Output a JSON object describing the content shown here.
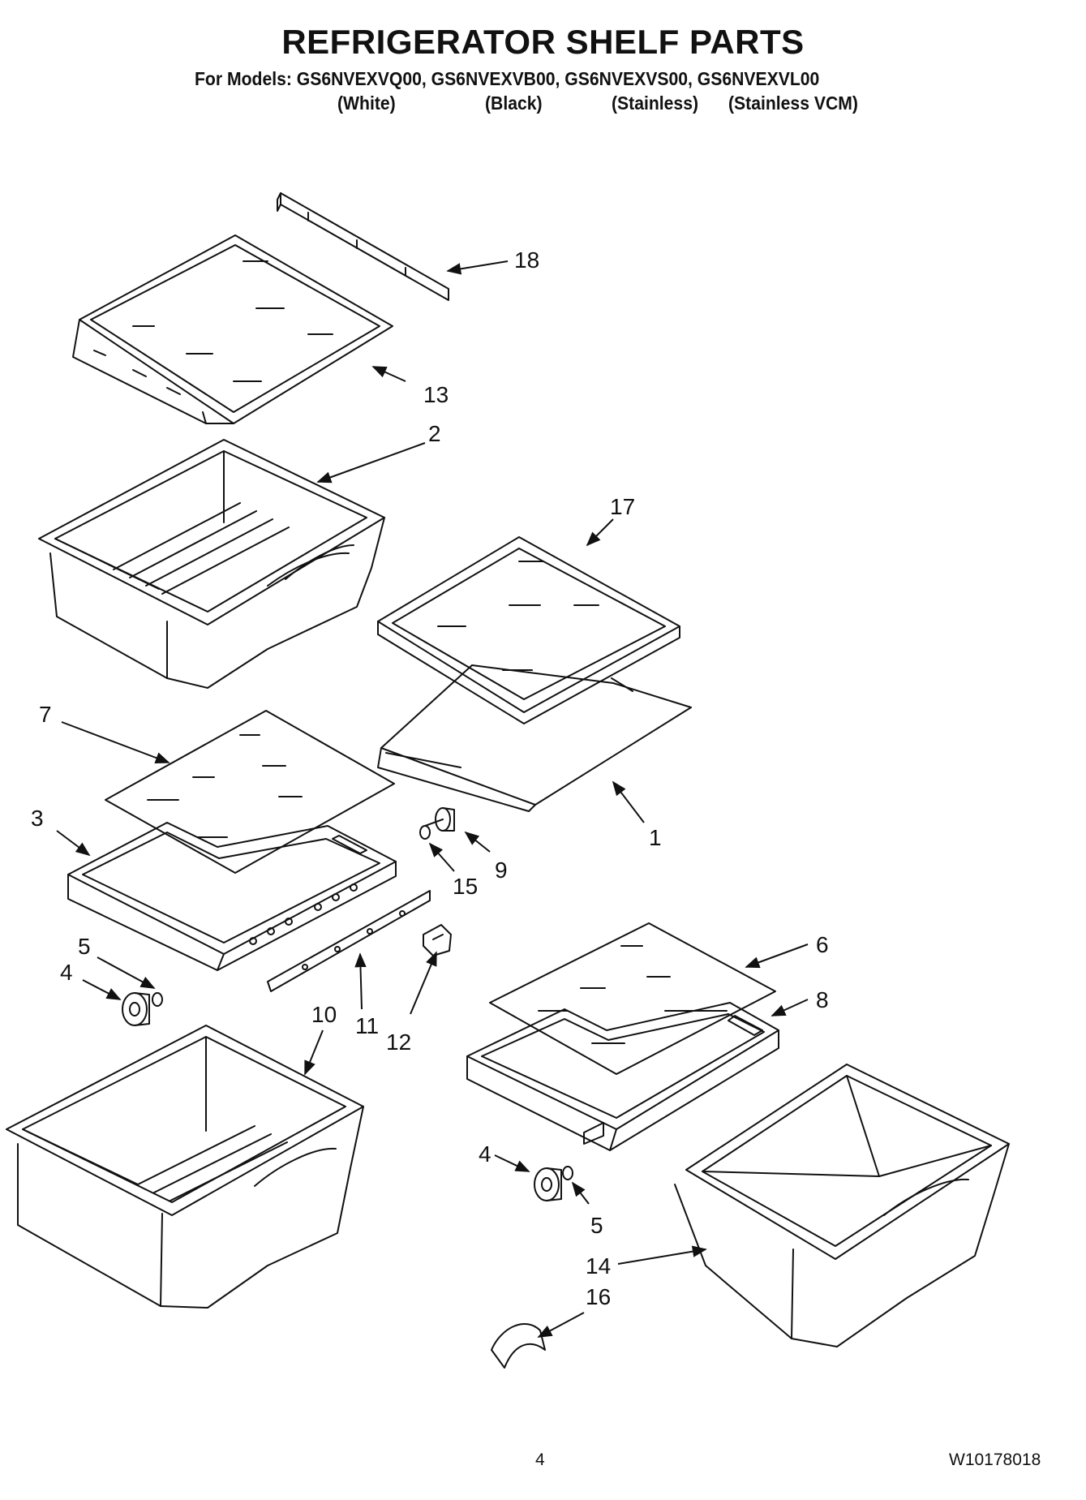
{
  "header": {
    "title": "REFRIGERATOR SHELF PARTS",
    "models_line": "For Models: GS6NVEXVQ00, GS6NVEXVB00, GS6NVEXVS00, GS6NVEXVL00",
    "color_labels": [
      "(White)",
      "(Black)",
      "(Stainless)",
      "(Stainless VCM)"
    ]
  },
  "callouts": [
    "18",
    "13",
    "2",
    "17",
    "7",
    "1",
    "3",
    "9",
    "15",
    "6",
    "5",
    "4",
    "8",
    "10",
    "11",
    "12",
    "4",
    "5",
    "14",
    "16"
  ],
  "footer": {
    "page_number": "4",
    "document_number": "W10178018"
  }
}
